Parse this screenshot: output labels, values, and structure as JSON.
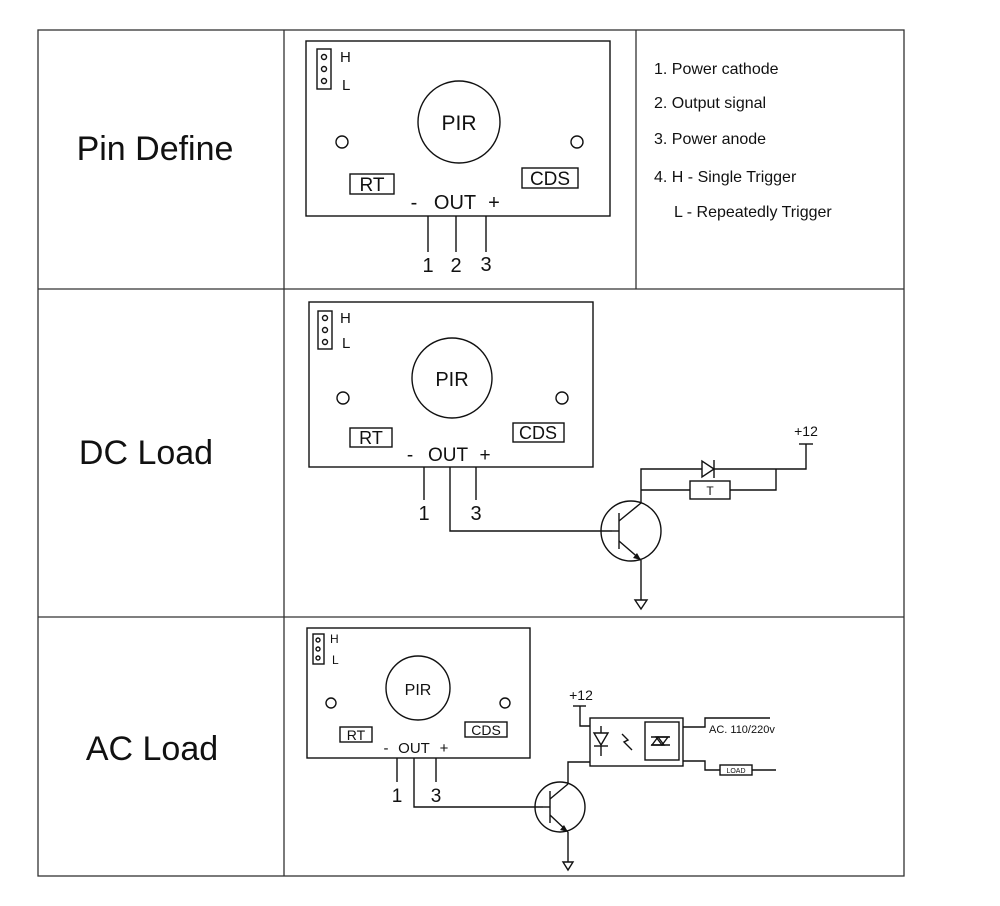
{
  "rows": {
    "pin_define": "Pin Define",
    "dc_load": "DC Load",
    "ac_load": "AC Load"
  },
  "board": {
    "h": "H",
    "l": "L",
    "pir": "PIR",
    "rt": "RT",
    "cds": "CDS",
    "minus": "-",
    "out": "OUT",
    "plus": "+"
  },
  "pins": {
    "p1": "1",
    "p2": "2",
    "p3": "3"
  },
  "legend": {
    "item1": "1. Power cathode",
    "item2": "2. Output signal",
    "item3": "3. Power anode",
    "item4": "4. H - Single Trigger",
    "item5": "L -  Repeatedly Trigger"
  },
  "dc": {
    "supply": "+12",
    "relay": "T"
  },
  "ac": {
    "supply": "+12",
    "ac_label": "AC. 110/220v",
    "load": "LOAD"
  }
}
